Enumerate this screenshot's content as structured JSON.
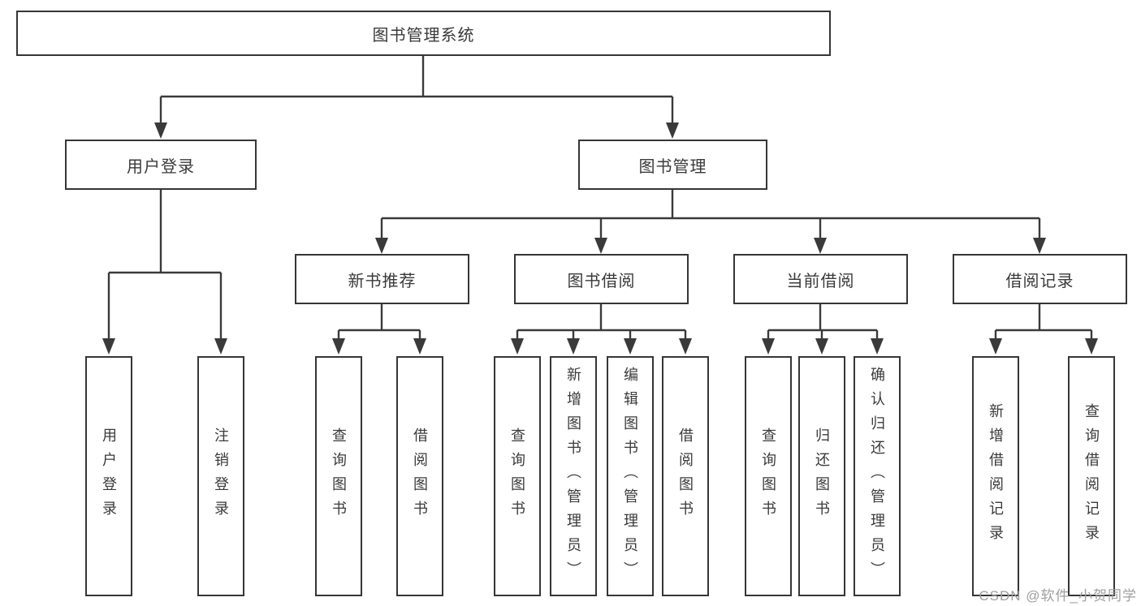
{
  "tree": {
    "label": "图书管理系统",
    "children": [
      {
        "label": "用户登录",
        "children": [
          {
            "label": "用户登录"
          },
          {
            "label": "注销登录"
          }
        ]
      },
      {
        "label": "图书管理",
        "children": [
          {
            "label": "新书推荐",
            "children": [
              {
                "label": "查询图书"
              },
              {
                "label": "借阅图书"
              }
            ]
          },
          {
            "label": "图书借阅",
            "children": [
              {
                "label": "查询图书"
              },
              {
                "label": "新增图书（管理员）"
              },
              {
                "label": "编辑图书（管理员）"
              },
              {
                "label": "借阅图书"
              }
            ]
          },
          {
            "label": "当前借阅",
            "children": [
              {
                "label": "查询图书"
              },
              {
                "label": "归还图书"
              },
              {
                "label": "确认归还（管理员）"
              }
            ]
          },
          {
            "label": "借阅记录",
            "children": [
              {
                "label": "新增借阅记录"
              },
              {
                "label": "查询借阅记录"
              }
            ]
          }
        ]
      }
    ]
  },
  "watermark": {
    "text": "CSDN @软件_小贺同学"
  },
  "colors": {
    "line": "#3a3a3a",
    "box_border": "#363636",
    "box_background": "#ffffff",
    "text": "#3a3a3a",
    "watermark_text": "#9e9e9e",
    "page_background": "#ffffff"
  }
}
